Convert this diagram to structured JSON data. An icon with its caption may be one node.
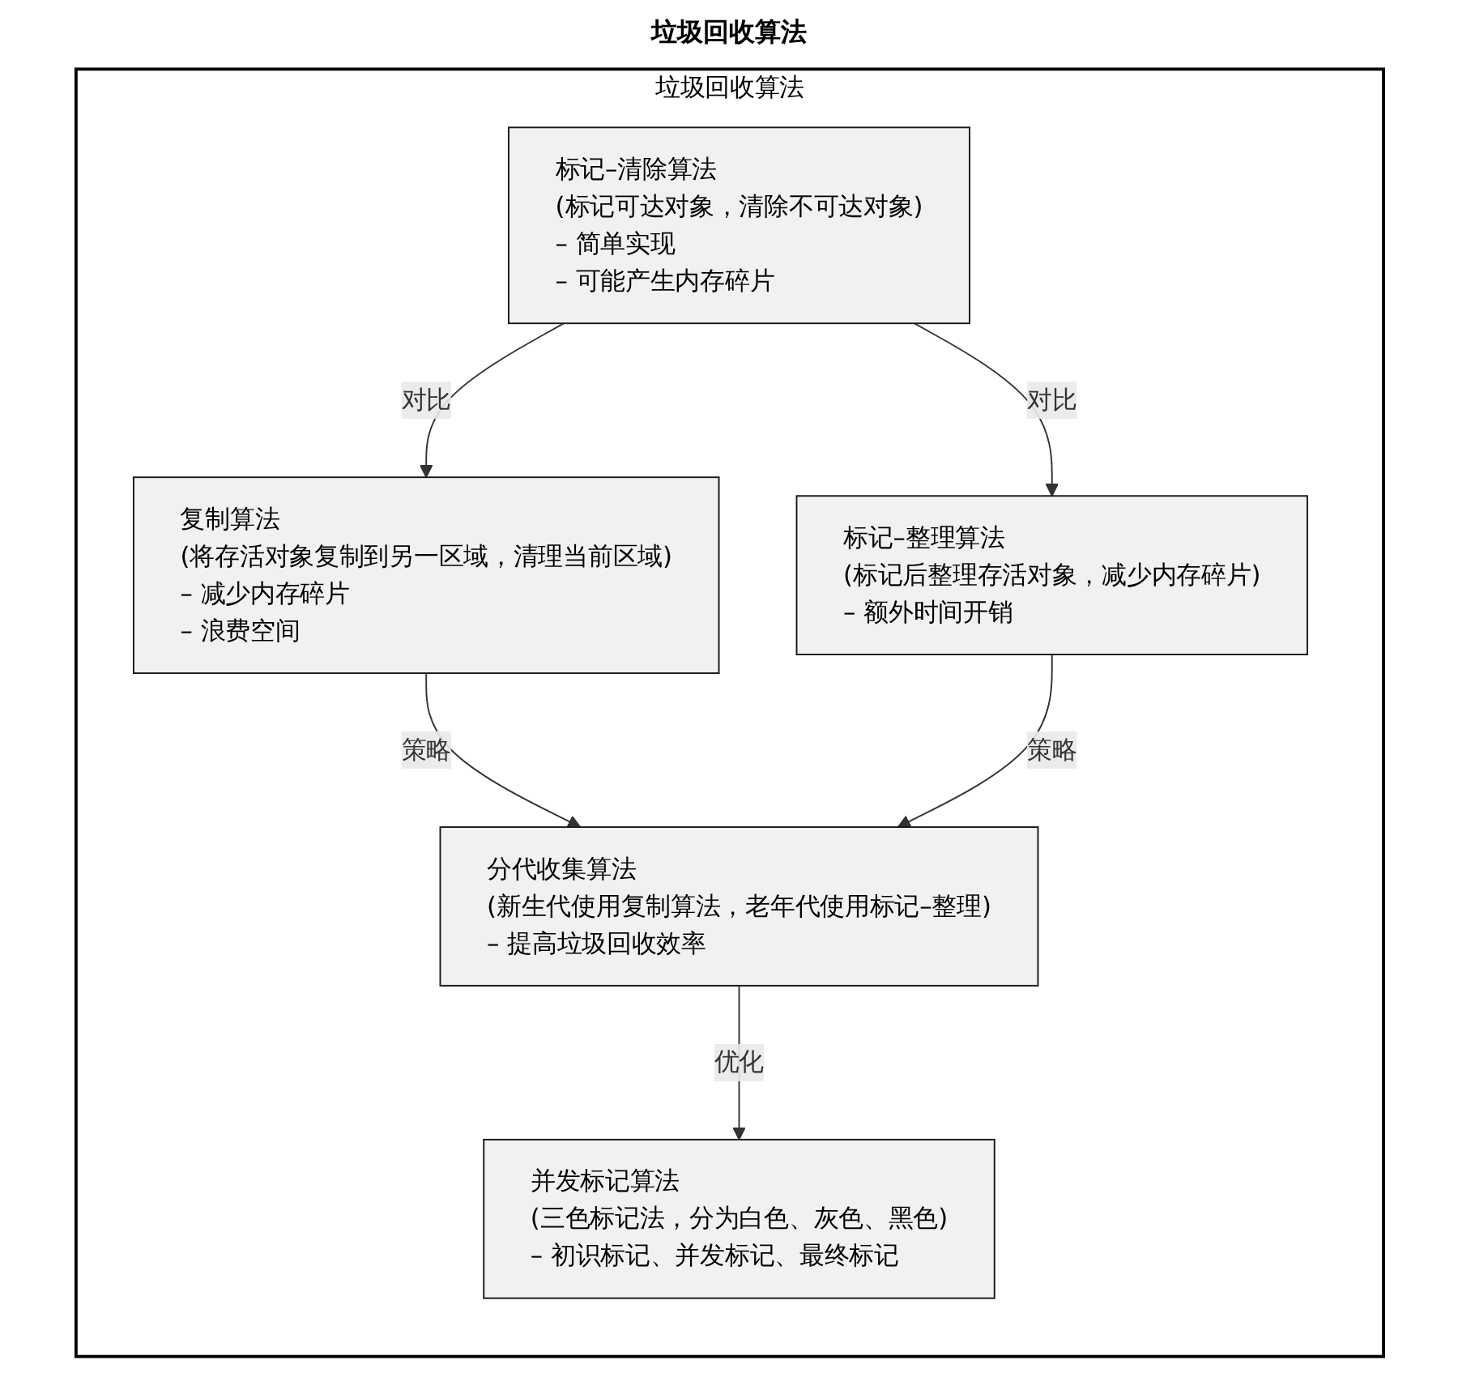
{
  "diagram": {
    "title": "垃圾回收算法",
    "nodes": [
      {
        "text": [
          "垃圾回收算法"
        ]
      },
      {
        "text": [
          "标记–清除算法",
          "(标记可达对象，清除不可达对象)",
          "– 简单实现",
          "– 可能产生内存碎片"
        ],
        "in": 0
      },
      {
        "text": [
          "复制算法",
          "(将存活对象复制到另一区域，清理当前区域)",
          "– 减少内存碎片",
          "– 浪费空间"
        ],
        "in": 0
      },
      {
        "text": [
          "标记–整理算法",
          "(标记后整理存活对象，减少内存碎片)",
          "– 额外时间开销"
        ],
        "in": 0
      },
      {
        "text": [
          "分代收集算法",
          "(新生代使用复制算法，老年代使用标记–整理)",
          "– 提高垃圾回收效率"
        ],
        "in": 0
      },
      {
        "text": [
          "并发标记算法",
          "(三色标记法，分为白色、灰色、黑色)",
          "– 初识标记、并发标记、最终标记"
        ],
        "in": 0
      }
    ],
    "edges": [
      {
        "from": 1,
        "to": 2,
        "arrow": "to",
        "label": "对比"
      },
      {
        "from": 1,
        "to": 3,
        "arrow": "to",
        "label": "对比"
      },
      {
        "from": 2,
        "to": 4,
        "arrow": "to",
        "label": "策略"
      },
      {
        "from": 3,
        "to": 4,
        "arrow": "to",
        "label": "策略"
      },
      {
        "from": 4,
        "to": 5,
        "arrow": "to",
        "label": "优化"
      }
    ]
  }
}
